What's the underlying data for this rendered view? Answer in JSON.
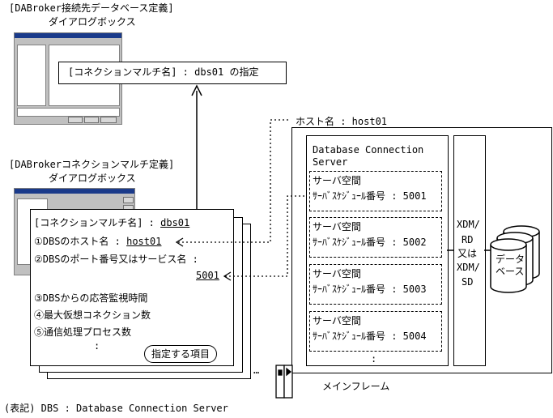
{
  "dialog1": {
    "title_line1": "[DABroker接続先データベース定義]",
    "title_line2": "ダイアログボックス",
    "callout": "[コネクションマルチ名] : dbs01 の指定"
  },
  "dialog2": {
    "title_line1": "[DABrokerコネクションマルチ定義]",
    "title_line2": "ダイアログボックス"
  },
  "card": {
    "name_label": "[コネクションマルチ名] : ",
    "name_value": "dbs01",
    "item1_label": "①DBSのホスト名 : ",
    "item1_value": "host01",
    "item2_label": "②DBSのポート番号又はサービス名 :",
    "item2_value": "5001",
    "item3": "③DBSからの応答監視時間",
    "item4": "④最大仮想コネクション数",
    "item5": "⑤通信処理プロセス数",
    "ellipsis": ":",
    "badge": "指定する項目"
  },
  "host_label": "ホスト名 : host01",
  "dbs": {
    "title_line1": "Database Connection",
    "title_line2": "Server",
    "spaces": [
      {
        "title": "サーバ空間",
        "sub": "ｻｰﾊﾞｽｹｼﾞｭｰﾙ番号 : 5001"
      },
      {
        "title": "サーバ空間",
        "sub": "ｻｰﾊﾞｽｹｼﾞｭｰﾙ番号 : 5002"
      },
      {
        "title": "サーバ空間",
        "sub": "ｻｰﾊﾞｽｹｼﾞｭｰﾙ番号 : 5003"
      },
      {
        "title": "サーバ空間",
        "sub": "ｻｰﾊﾞｽｹｼﾞｭｰﾙ番号 : 5004"
      }
    ],
    "ellipsis": ":"
  },
  "xdm": {
    "l1": "XDM/",
    "l2": "RD",
    "l3": "又は",
    "l4": "XDM/",
    "l5": "SD"
  },
  "database": {
    "l1": "データ",
    "l2": "ベース"
  },
  "mainframe": "メインフレーム",
  "footnote": "(表記) DBS : Database Connection Server",
  "gap_dots": "…"
}
